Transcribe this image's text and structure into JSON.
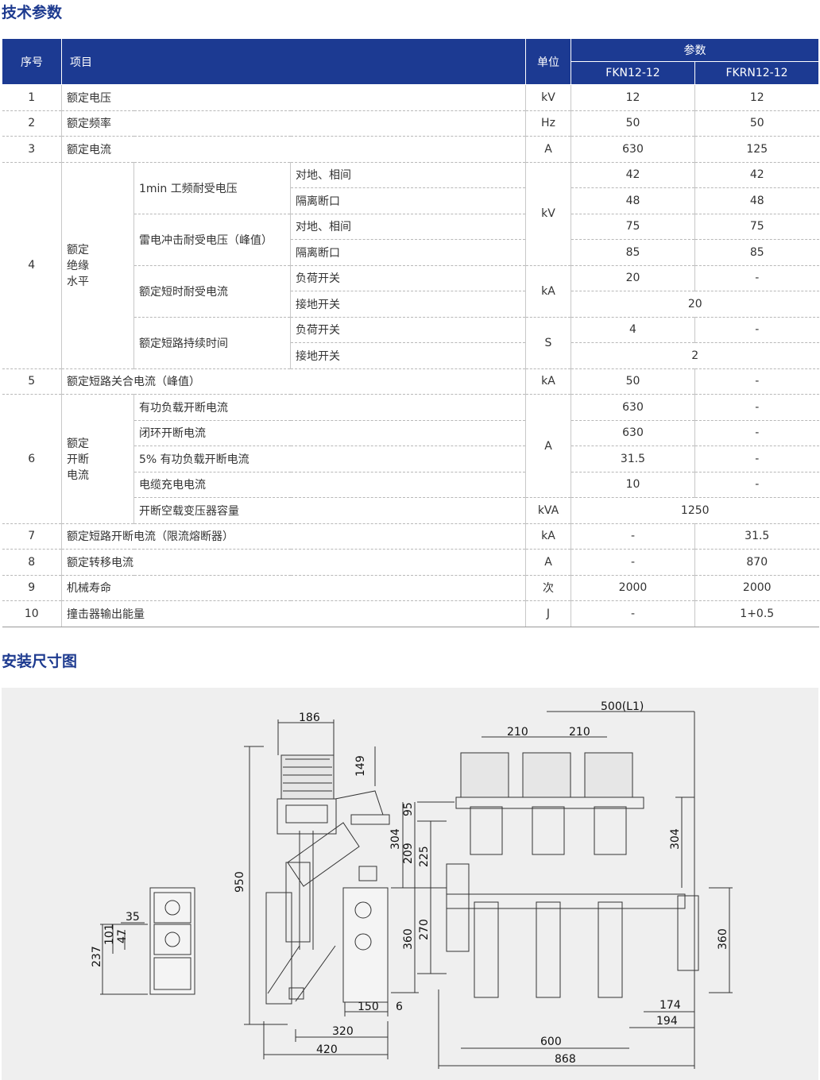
{
  "section1_title": "技术参数",
  "section2_title": "安装尺寸图",
  "header": {
    "no": "序号",
    "item": "项目",
    "unit": "单位",
    "params": "参数",
    "model1": "FKN12-12",
    "model2": "FKRN12-12"
  },
  "rows": {
    "r1": {
      "no": "1",
      "item": "额定电压",
      "unit": "kV",
      "v1": "12",
      "v2": "12"
    },
    "r2": {
      "no": "2",
      "item": "额定频率",
      "unit": "Hz",
      "v1": "50",
      "v2": "50"
    },
    "r3": {
      "no": "3",
      "item": "额定电流",
      "unit": "A",
      "v1": "630",
      "v2": "125"
    },
    "r4": {
      "no": "4",
      "item": "额定\n绝缘\n水平",
      "g1": "1min 工频耐受电压",
      "g1a": "对地、相间",
      "g1a_v1": "42",
      "g1a_v2": "42",
      "g1b": "隔离断口",
      "g1b_v1": "48",
      "g1b_v2": "48",
      "g2": "雷电冲击耐受电压（峰值）",
      "g2a": "对地、相间",
      "g2a_v1": "75",
      "g2a_v2": "75",
      "g2b": "隔离断口",
      "g2b_v1": "85",
      "g2b_v2": "85",
      "unit_kv": "kV",
      "g3": "额定短时耐受电流",
      "g3a": "负荷开关",
      "g3a_v1": "20",
      "g3a_v2": "-",
      "g3b": "接地开关",
      "g3b_v": "20",
      "unit_ka": "kA",
      "g4": "额定短路持续时间",
      "g4a": "负荷开关",
      "g4a_v1": "4",
      "g4a_v2": "-",
      "g4b": "接地开关",
      "g4b_v": "2",
      "unit_s": "S"
    },
    "r5": {
      "no": "5",
      "item": "额定短路关合电流（峰值）",
      "unit": "kA",
      "v1": "50",
      "v2": "-"
    },
    "r6": {
      "no": "6",
      "item": "额定\n开断\n电流",
      "a": "有功负载开断电流",
      "a_v1": "630",
      "a_v2": "-",
      "b": "闭环开断电流",
      "b_v1": "630",
      "b_v2": "-",
      "c": "5% 有功负载开断电流",
      "c_v1": "31.5",
      "c_v2": "-",
      "d": "电缆充电电流",
      "d_v1": "10",
      "d_v2": "-",
      "unit_a": "A",
      "e": "开断空载变压器容量",
      "e_unit": "kVA",
      "e_v": "1250"
    },
    "r7": {
      "no": "7",
      "item": "额定短路开断电流（限流熔断器）",
      "unit": "kA",
      "v1": "-",
      "v2": "31.5"
    },
    "r8": {
      "no": "8",
      "item": "额定转移电流",
      "unit": "A",
      "v1": "-",
      "v2": "870"
    },
    "r9": {
      "no": "9",
      "item": "机械寿命",
      "unit": "次",
      "v1": "2000",
      "v2": "2000"
    },
    "r10": {
      "no": "10",
      "item": "撞击器输出能量",
      "unit": "J",
      "v1": "-",
      "v2": "1+0.5"
    }
  },
  "dimensions": {
    "d186": "186",
    "d149": "149",
    "d950": "950",
    "d304a": "304",
    "d209": "209",
    "d360a": "360",
    "d150": "150",
    "d6": "6",
    "d320": "320",
    "d420": "420",
    "d35": "35",
    "d101": "101",
    "d47": "47",
    "d237": "237",
    "d500": "500(L1)",
    "d210a": "210",
    "d210b": "210",
    "d95": "95",
    "d225": "225",
    "d270": "270",
    "d304b": "304",
    "d360b": "360",
    "d174": "174",
    "d194": "194",
    "d600": "600",
    "d868": "868"
  }
}
